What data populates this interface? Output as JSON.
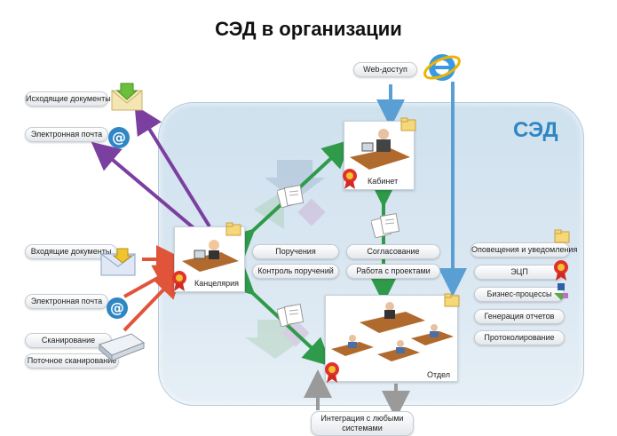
{
  "title": "СЭД в организации",
  "sed_label": "СЭД",
  "web_access": "Web-доступ",
  "left": {
    "outgoing_docs": "Исходящие документы",
    "email_out": "Электронная почта",
    "incoming_docs": "Входящие документы",
    "email_in": "Электронная почта",
    "scanning": "Сканирование",
    "stream_scanning": "Поточное сканирование"
  },
  "nodes": {
    "chancellery": "Канцелярия",
    "office": "Кабинет",
    "department": "Отдел"
  },
  "center": {
    "assignments": "Поручения",
    "control": "Контроль поручений",
    "approval": "Согласование",
    "projects": "Работа с проектами"
  },
  "right": {
    "notifications": "Оповещения и уведомления",
    "eds": "ЭЦП",
    "bp": "Бизнес-процессы",
    "reports": "Генерация отчетов",
    "logging": "Протоколирование"
  },
  "integration": "Интеграция с любыми системами",
  "colors": {
    "sed_accent": "#2f86c4",
    "purple_arrow": "#7b3fa0",
    "red_arrow": "#e0553a",
    "green_arrow": "#2f9a4a",
    "blue_arrow": "#5a9fd4",
    "gray_arrow": "#9a9a9a"
  },
  "icons": [
    "envelope-icon",
    "email-at-icon",
    "scanner-icon",
    "ie-browser-icon",
    "seal-icon",
    "folder-icon",
    "document-icon"
  ]
}
